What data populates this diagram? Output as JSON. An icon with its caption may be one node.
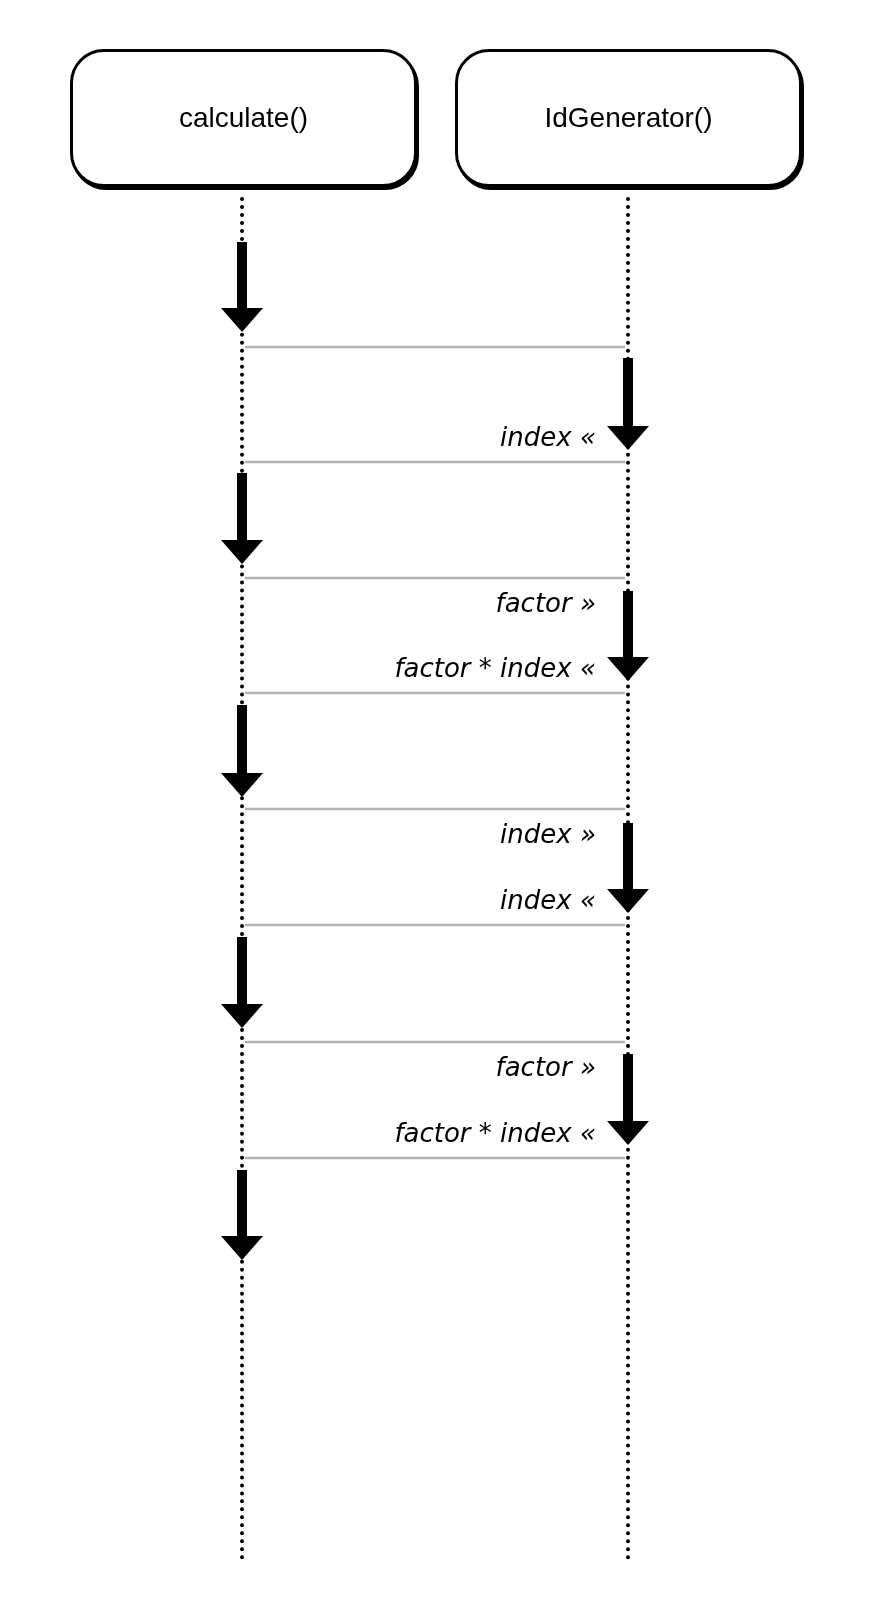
{
  "diagram": {
    "nodes": [
      {
        "text": [
          "calculate()"
        ]
      },
      {
        "text": [
          "IdGenerator()"
        ]
      },
      {
        "text": [],
        "shape": "line"
      },
      {
        "text": [],
        "shape": "line"
      }
    ],
    "edges": [
      {
        "from": 2,
        "to": 3,
        "arrow": "none"
      },
      {
        "from": 3,
        "to": 2,
        "arrow": "none",
        "label": "index «"
      },
      {
        "from": 2,
        "to": 3,
        "arrow": "none",
        "label": "factor »"
      },
      {
        "from": 3,
        "to": 2,
        "arrow": "none",
        "label": "factor * index «"
      },
      {
        "from": 2,
        "to": 3,
        "arrow": "none",
        "label": "index »"
      },
      {
        "from": 3,
        "to": 2,
        "arrow": "none",
        "label": "index «"
      },
      {
        "from": 2,
        "to": 3,
        "arrow": "none",
        "label": "factor »"
      },
      {
        "from": 3,
        "to": 2,
        "arrow": "none",
        "label": "factor * index «"
      }
    ]
  }
}
